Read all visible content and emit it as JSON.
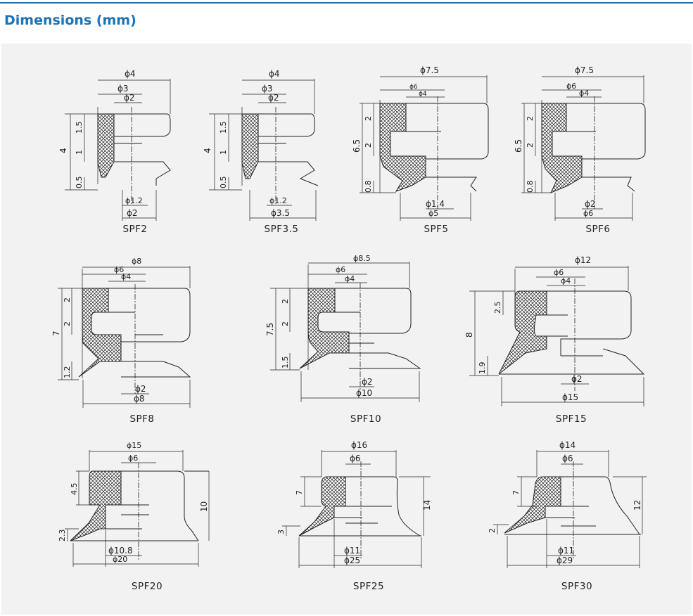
{
  "section": {
    "title": "Dimensions (mm)"
  },
  "colors": {
    "accent": "#1a73b8",
    "panel": "#f2f2f2",
    "line": "#222222"
  },
  "cups": [
    {
      "model": "SPF2",
      "dims": {
        "top": "ϕ4",
        "d1": "ϕ3",
        "d2": "ϕ2",
        "b1": "ϕ1.2",
        "b2": "ϕ2",
        "v1": "1.5",
        "v2": "1",
        "h": "4",
        "v3": "0.5"
      }
    },
    {
      "model": "SPF3.5",
      "dims": {
        "top": "ϕ4",
        "d1": "ϕ3",
        "d2": "ϕ2",
        "b1": "ϕ1.2",
        "b2": "ϕ3.5",
        "v1": "1.5",
        "v2": "1",
        "h": "4",
        "v3": "0.5"
      }
    },
    {
      "model": "SPF5",
      "dims": {
        "top": "ϕ7.5",
        "d1": "ϕ6",
        "d2": "ϕ4",
        "b1": "ϕ1.4",
        "b2": "ϕ5",
        "v1": "2",
        "v2": "2",
        "h": "6.5",
        "v3": "0.8"
      }
    },
    {
      "model": "SPF6",
      "dims": {
        "top": "ϕ7.5",
        "d1": "ϕ6",
        "d2": "ϕ4",
        "b1": "ϕ2",
        "b2": "ϕ6",
        "v1": "2",
        "v2": "2",
        "h": "6.5",
        "v3": "0.8"
      }
    },
    {
      "model": "SPF8",
      "dims": {
        "top": "ϕ8",
        "d1": "ϕ6",
        "d2": "ϕ4",
        "b1": "ϕ2",
        "b2": "ϕ8",
        "v1": "2",
        "v2": "2",
        "h": "7",
        "v3": "1.2"
      }
    },
    {
      "model": "SPF10",
      "dims": {
        "top": "ϕ8.5",
        "d1": "ϕ6",
        "d2": "ϕ4",
        "b1": "ϕ2",
        "b2": "ϕ10",
        "v1": "2",
        "v2": "2",
        "h": "7.5",
        "v3": "1.5"
      }
    },
    {
      "model": "SPF15",
      "dims": {
        "top": "ϕ12",
        "d1": "ϕ6",
        "d2": "ϕ4",
        "b1": "ϕ2",
        "b2": "ϕ15",
        "v1": "2.5",
        "h": "8",
        "v3": "1.9"
      }
    },
    {
      "model": "SPF20",
      "dims": {
        "top": "ϕ15",
        "d1": "ϕ6",
        "b1": "ϕ10.8",
        "b2": "ϕ20",
        "v1": "4.5",
        "h": "10",
        "v3": "2.3"
      }
    },
    {
      "model": "SPF25",
      "dims": {
        "top": "ϕ16",
        "d1": "ϕ6",
        "b1": "ϕ11",
        "b2": "ϕ25",
        "v1": "7",
        "h": "14",
        "v3": "3"
      }
    },
    {
      "model": "SPF30",
      "dims": {
        "top": "ϕ14",
        "d1": "ϕ6",
        "b1": "ϕ11",
        "b2": "ϕ29",
        "v1": "7",
        "h": "12",
        "v3": "2"
      }
    }
  ]
}
